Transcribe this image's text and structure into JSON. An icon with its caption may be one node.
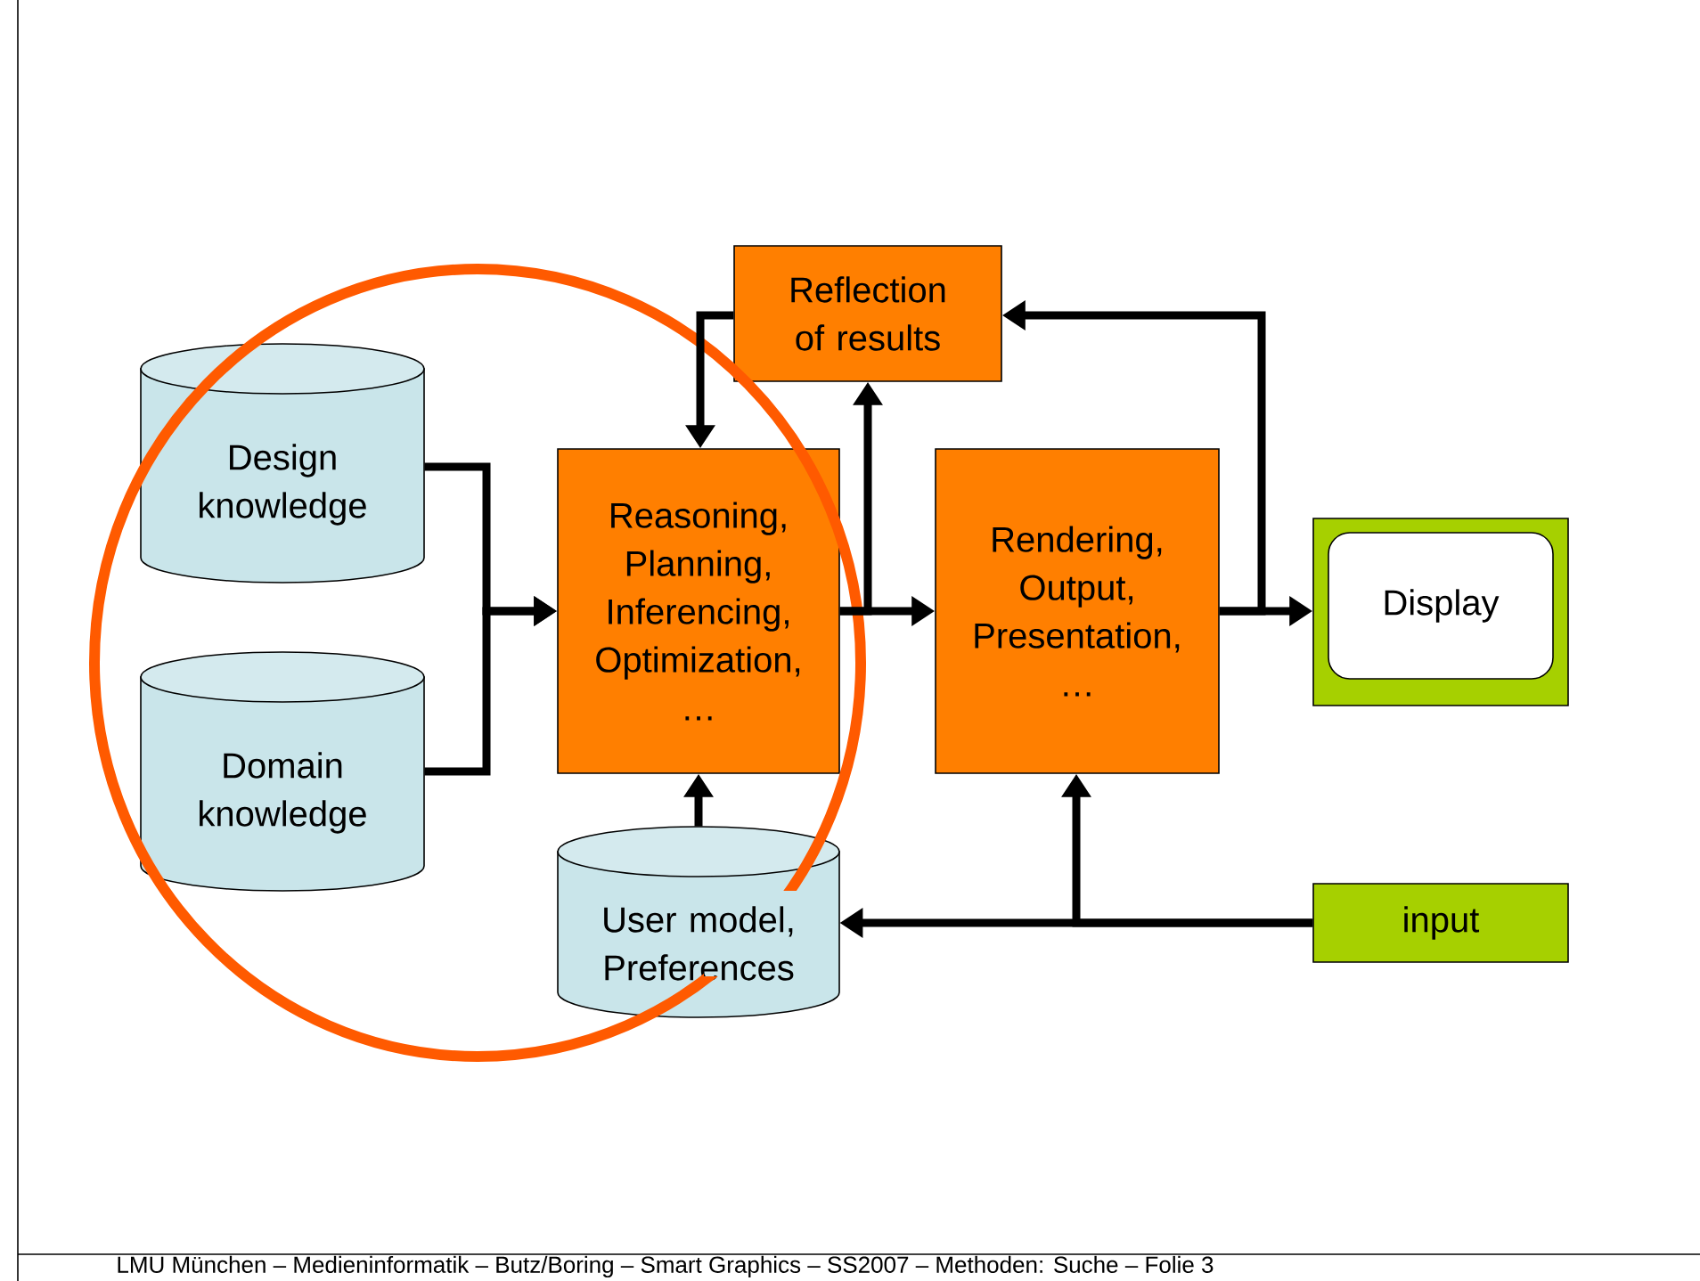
{
  "diagram": {
    "nodes": [
      {
        "text": [
          "Reflection of results"
        ]
      },
      {
        "text": [
          "Design knowledge"
        ]
      },
      {
        "text": [
          "Reasoning, Planning, Inferencing, Optimization, …"
        ]
      },
      {
        "text": [
          "Rendering, Output, Presentation, …"
        ]
      },
      {
        "text": [],
        "shape": "box"
      },
      {
        "text": [
          "Display"
        ],
        "in": 4
      },
      {
        "text": [
          "Domain knowledge"
        ]
      },
      {
        "text": [
          "User model, Preferences"
        ]
      },
      {
        "text": [
          "input"
        ]
      }
    ],
    "edges": [
      {
        "from": 1,
        "to": 2,
        "arrow": "to"
      },
      {
        "from": 6,
        "to": 2,
        "arrow": "to"
      },
      {
        "from": 2,
        "to": 3,
        "arrow": "to"
      },
      {
        "from": 2,
        "to": 0,
        "arrow": "to"
      },
      {
        "from": 0,
        "to": 2,
        "arrow": "to"
      },
      {
        "from": 3,
        "to": 4,
        "arrow": "to"
      },
      {
        "from": 3,
        "to": 0,
        "arrow": "to"
      },
      {
        "from": 7,
        "to": 2,
        "arrow": "to"
      },
      {
        "from": 8,
        "to": 7,
        "arrow": "to"
      },
      {
        "from": 8,
        "to": 3,
        "arrow": "to"
      }
    ],
    "labels": [
      "LMU München – Medieninformatik – Butz/Boring – Smart Graphics – SS2007 – Methoden: Suche – Folie 3"
    ]
  }
}
